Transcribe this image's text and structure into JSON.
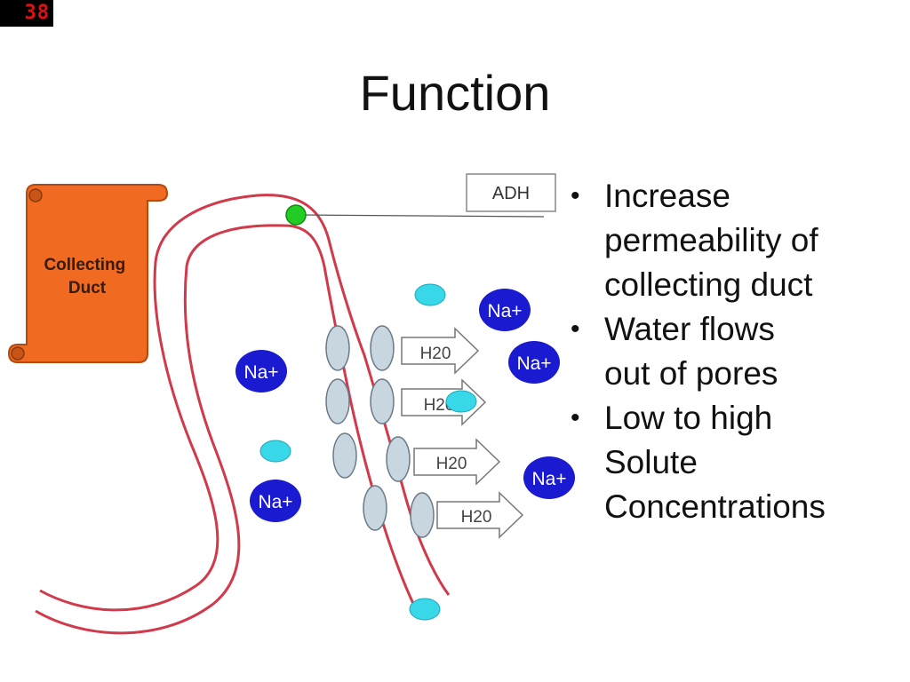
{
  "slide_number": "38",
  "title": "Function",
  "scroll_label": "Collecting Duct",
  "hormone_label": "ADH",
  "ion_label": "Na+",
  "water_label": "H20",
  "bullets": [
    "Increase permeability of collecting duct",
    "Water flows out of pores",
    "Low to high Solute Concentrations"
  ],
  "colors": {
    "duct_wall": "#d03a4a",
    "scroll": "#f06a22",
    "ion": "#1a1ad0",
    "water_drop": "#38d8e8",
    "pore": "#c8d6e0",
    "adh_marker": "#22cc22"
  }
}
